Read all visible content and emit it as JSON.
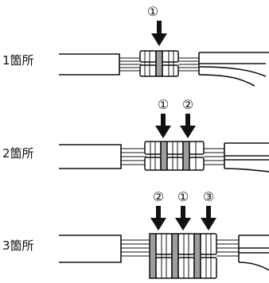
{
  "rows": [
    {
      "label": "1箇所",
      "markers": [
        "①"
      ]
    },
    {
      "label": "2箇所",
      "markers": [
        "①",
        "②"
      ]
    },
    {
      "label": "3箇所",
      "markers": [
        "②",
        "①",
        "③"
      ]
    }
  ],
  "colors": {
    "line": "#111111",
    "clamp": "#9e9e9e",
    "background": "#ffffff"
  }
}
